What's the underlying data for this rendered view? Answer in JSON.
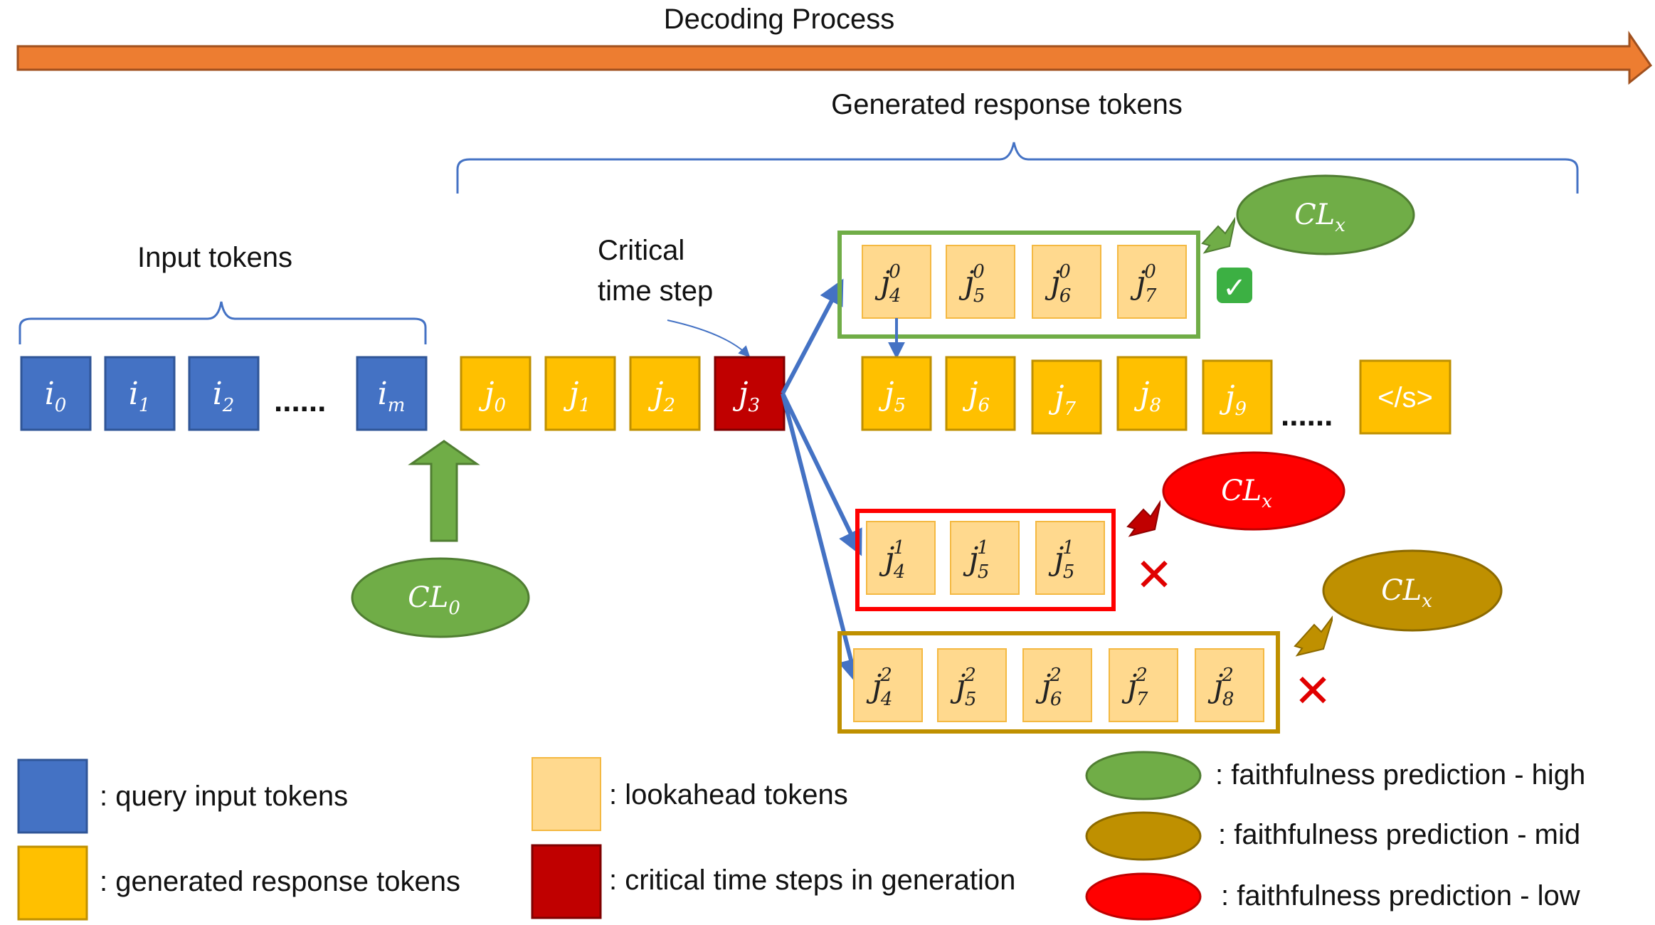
{
  "header": {
    "process_label": "Decoding Process"
  },
  "labels": {
    "generated": "Generated response tokens",
    "input": "Input tokens",
    "critical_line1": "Critical",
    "critical_line2": "time step"
  },
  "input_tokens": [
    {
      "base": "i",
      "sub": "0"
    },
    {
      "base": "i",
      "sub": "1"
    },
    {
      "base": "i",
      "sub": "2"
    },
    {
      "base": "i",
      "sub": "m"
    }
  ],
  "ellipsis": "......",
  "response_tokens": [
    {
      "base": "j",
      "sub": "0"
    },
    {
      "base": "j",
      "sub": "1"
    },
    {
      "base": "j",
      "sub": "2"
    },
    {
      "base": "j",
      "sub": "3"
    }
  ],
  "continued_tokens": [
    {
      "base": "j",
      "sub": "5"
    },
    {
      "base": "j",
      "sub": "6"
    },
    {
      "base": "j",
      "sub": "7"
    },
    {
      "base": "j",
      "sub": "8"
    },
    {
      "base": "j",
      "sub": "9"
    }
  ],
  "end_token": "</s>",
  "lookahead_groups": [
    {
      "verdict": "✅",
      "tokens": [
        {
          "base": "j",
          "sub": "4",
          "sup": "0"
        },
        {
          "base": "j",
          "sub": "5",
          "sup": "0"
        },
        {
          "base": "j",
          "sub": "6",
          "sup": "0"
        },
        {
          "base": "j",
          "sub": "7",
          "sup": "0"
        }
      ]
    },
    {
      "verdict": "✕",
      "tokens": [
        {
          "base": "j",
          "sub": "4",
          "sup": "1"
        },
        {
          "base": "j",
          "sub": "5",
          "sup": "1"
        },
        {
          "base": "j",
          "sub": "5",
          "sup": "1"
        }
      ]
    },
    {
      "verdict": "✕",
      "tokens": [
        {
          "base": "j",
          "sub": "4",
          "sup": "2"
        },
        {
          "base": "j",
          "sub": "5",
          "sup": "2"
        },
        {
          "base": "j",
          "sub": "6",
          "sup": "2"
        },
        {
          "base": "j",
          "sub": "7",
          "sup": "2"
        },
        {
          "base": "j",
          "sub": "8",
          "sup": "2"
        }
      ]
    }
  ],
  "classifiers": {
    "cl0": {
      "base": "CL",
      "sub": "0"
    },
    "clx": {
      "base": "CL",
      "sub": "x"
    }
  },
  "legend": {
    "query": ": query input tokens",
    "generated": ": generated response tokens",
    "lookahead": ": lookahead tokens",
    "critical": ": critical time steps in generation",
    "high": ": faithfulness prediction - high",
    "mid": ": faithfulness prediction - mid",
    "low": ": faithfulness prediction - low"
  },
  "colors": {
    "arrow_orange": "#ED7D31",
    "blue": "#4472C4",
    "gold": "#FFC000",
    "dark_red": "#C00000",
    "light_gold": "#FFD98E",
    "green": "#70AD47",
    "olive": "#BF9000",
    "red": "#FF0000"
  }
}
